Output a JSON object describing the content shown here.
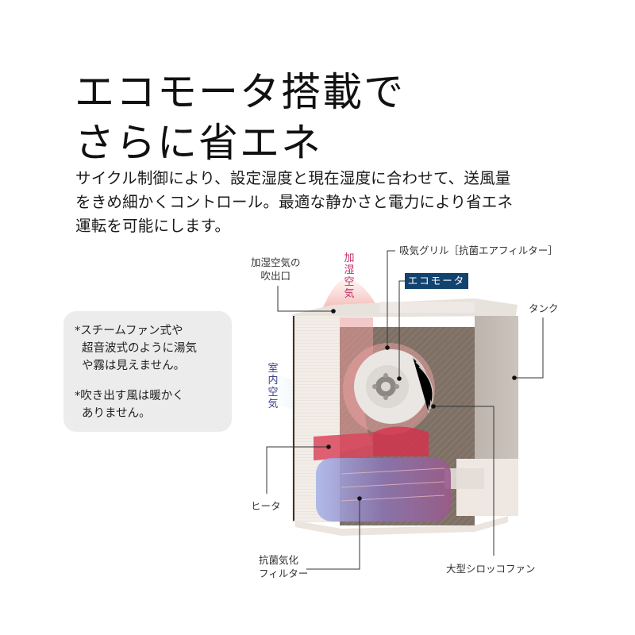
{
  "headline": {
    "line1": "エコモータ搭載で",
    "line2": "さらに省エネ"
  },
  "description": {
    "line1": "サイクル制御により、設定湿度と現在湿度に合わせて、送風量",
    "line2": "をきめ細かくコントロール。最適な静かさと電力により省エネ",
    "line3": "運転を可能にします。"
  },
  "notes": [
    {
      "lines": [
        "*スチームファン式や",
        "超音波式のように湯気",
        "や霧は見えません。"
      ]
    },
    {
      "lines": [
        "*吹き出す風は暖かく",
        "ありません。"
      ]
    }
  ],
  "diagram": {
    "labels": {
      "outlet": [
        "加湿空気の",
        "吹出口"
      ],
      "humid_air": [
        "加",
        "湿",
        "空",
        "気"
      ],
      "intake_grill": "吸気グリル［抗菌エアフィルター］",
      "eco_motor": "エコモータ",
      "tank": "タンク",
      "room_air": [
        "室",
        "内",
        "空",
        "気"
      ],
      "heater": "ヒータ",
      "filter": [
        "抗菌気化",
        "フィルター"
      ],
      "sirocco_fan": "大型シロッコファン"
    },
    "colors": {
      "humid_air_text": "#c2306a",
      "room_air_text": "#3a3f8a",
      "eco_badge_bg": "#12426e",
      "note_bg": "#ececec"
    }
  }
}
